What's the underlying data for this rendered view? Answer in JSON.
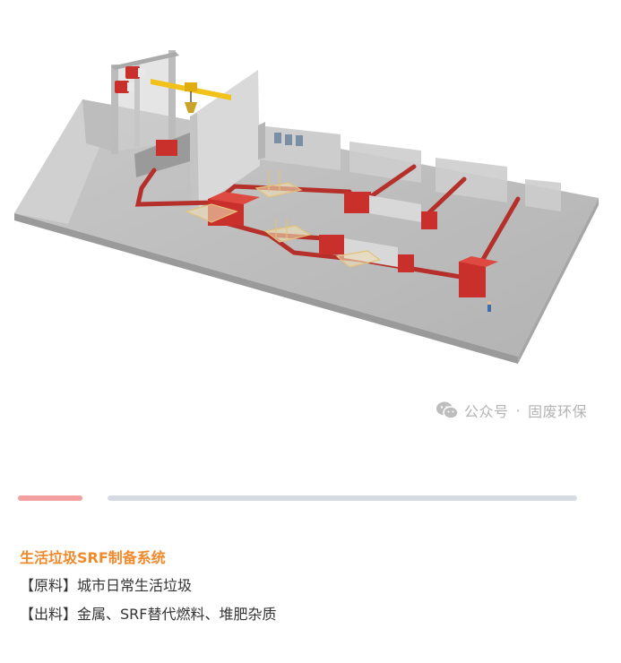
{
  "watermark": {
    "text": "公众号",
    "separator": "·",
    "account": "固废环保",
    "icon": "wechat-icon"
  },
  "carousel": {
    "total": 2,
    "active_index": 0,
    "active_color": "#f4a0a0",
    "inactive_color": "#d6dbe3"
  },
  "caption": {
    "title": "生活垃圾SRF制备系统",
    "title_color": "#f08a2c",
    "raw_material": "【原料】城市日常生活垃圾",
    "output": "【出料】金属、SRF替代燃料、堆肥杂质"
  },
  "colors": {
    "equipment_red": "#c9302c",
    "platform_gray": "#b9b9b9",
    "crane_yellow": "#f2c21b"
  }
}
